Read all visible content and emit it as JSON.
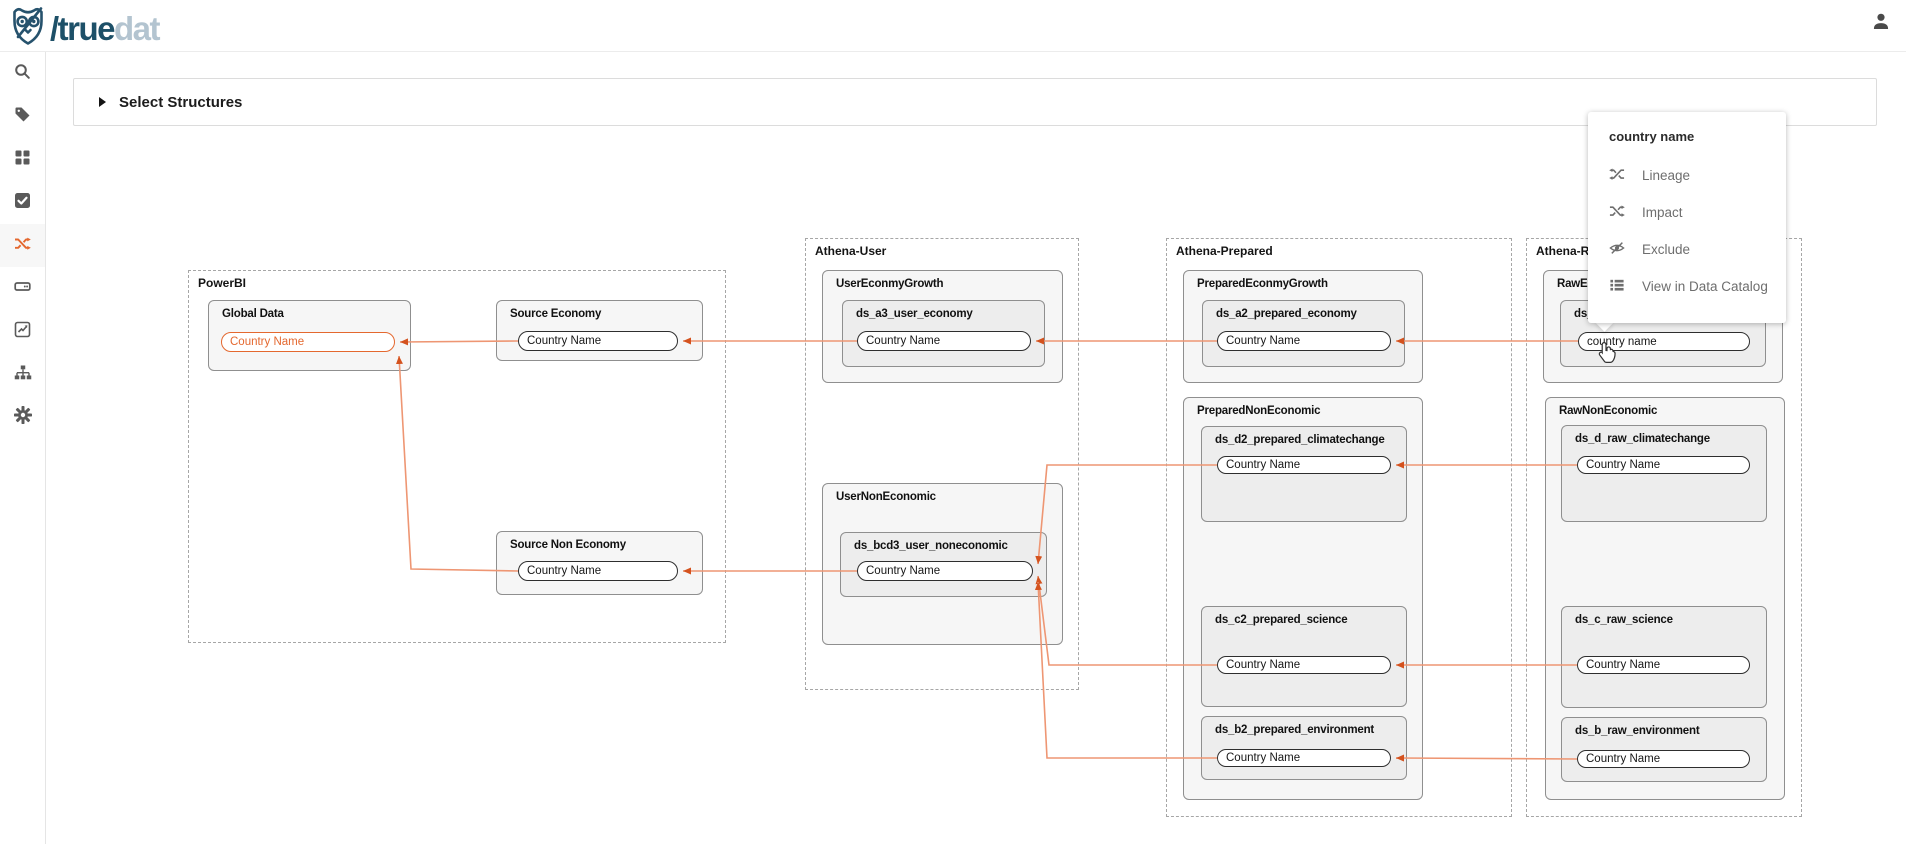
{
  "colors": {
    "accent": "#e4682f",
    "line": "#ee9673",
    "arrowhead": "#d4521e",
    "brand_dark": "#1d5068",
    "brand_light": "#b3c4d0"
  },
  "header": {
    "logo": {
      "owl_icon": "owl-logo-icon",
      "slash": "/",
      "primary": "true",
      "secondary": "dat"
    },
    "user_icon": "user-icon"
  },
  "sidebar": {
    "items": [
      {
        "icon": "search-icon",
        "active": false
      },
      {
        "icon": "tag-icon",
        "active": false
      },
      {
        "icon": "grid-icon",
        "active": false
      },
      {
        "icon": "check-square-icon",
        "active": false
      },
      {
        "icon": "shuffle-lineage-icon",
        "active": true
      },
      {
        "icon": "storage-drive-icon",
        "active": false
      },
      {
        "icon": "chart-icon",
        "active": false
      },
      {
        "icon": "sitemap-icon",
        "active": false
      },
      {
        "icon": "settings-gear-icon",
        "active": false
      }
    ]
  },
  "toolbar": {
    "select_structures_label": "Select Structures",
    "caret_icon": "caret-right-icon"
  },
  "context_menu": {
    "title": "country name",
    "items": [
      {
        "icon": "lineage-icon",
        "label": "Lineage"
      },
      {
        "icon": "impact-icon",
        "label": "Impact"
      },
      {
        "icon": "exclude-eye-off-icon",
        "label": "Exclude"
      },
      {
        "icon": "data-catalog-list-icon",
        "label": "View in Data Catalog"
      }
    ]
  },
  "diagram": {
    "groups": [
      {
        "label": "PowerBI",
        "tables": [
          {
            "label": "Global Data",
            "fields": [
              {
                "label": "Country Name",
                "highlighted": true
              }
            ]
          },
          {
            "label": "Source Economy",
            "fields": [
              {
                "label": "Country Name",
                "highlighted": false
              }
            ]
          },
          {
            "label": "Source Non Economy",
            "fields": [
              {
                "label": "Country Name",
                "highlighted": false
              }
            ]
          }
        ]
      },
      {
        "label": "Athena-User",
        "tables": [
          {
            "label": "UserEconmyGrowth",
            "datasets": [
              {
                "label": "ds_a3_user_economy",
                "fields": [
                  {
                    "label": "Country Name"
                  }
                ]
              }
            ]
          },
          {
            "label": "UserNonEconomic",
            "datasets": [
              {
                "label": "ds_bcd3_user_noneconomic",
                "fields": [
                  {
                    "label": "Country Name"
                  }
                ]
              }
            ]
          }
        ]
      },
      {
        "label": "Athena-Prepared",
        "tables": [
          {
            "label": "PreparedEconmyGrowth",
            "datasets": [
              {
                "label": "ds_a2_prepared_economy",
                "fields": [
                  {
                    "label": "Country Name"
                  }
                ]
              }
            ]
          },
          {
            "label": "PreparedNonEconomic",
            "datasets": [
              {
                "label": "ds_d2_prepared_climatechange",
                "fields": [
                  {
                    "label": "Country Name"
                  }
                ]
              },
              {
                "label": "ds_c2_prepared_science",
                "fields": [
                  {
                    "label": "Country Name"
                  }
                ]
              },
              {
                "label": "ds_b2_prepared_environment",
                "fields": [
                  {
                    "label": "Country Name"
                  }
                ]
              }
            ]
          }
        ]
      },
      {
        "label": "Athena-Ra",
        "tables": [
          {
            "label": "RawEc",
            "datasets": [
              {
                "label": "ds_",
                "fields": [
                  {
                    "label": "country name",
                    "selected": true
                  }
                ]
              }
            ]
          },
          {
            "label": "RawNonEconomic",
            "datasets": [
              {
                "label": "ds_d_raw_climatechange",
                "fields": [
                  {
                    "label": "Country Name"
                  }
                ]
              },
              {
                "label": "ds_c_raw_science",
                "fields": [
                  {
                    "label": "Country Name"
                  }
                ]
              },
              {
                "label": "ds_b_raw_environment",
                "fields": [
                  {
                    "label": "Country Name"
                  }
                ]
              }
            ]
          }
        ]
      }
    ]
  }
}
